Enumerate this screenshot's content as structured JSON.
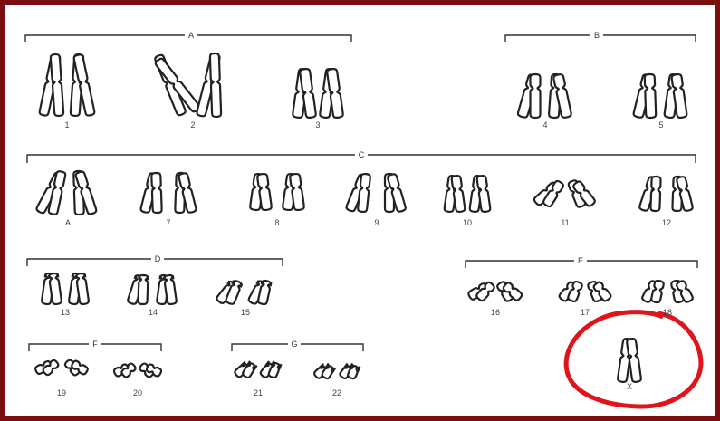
{
  "groups": [
    {
      "label": "A",
      "pairs": [
        "1",
        "2",
        "3"
      ]
    },
    {
      "label": "B",
      "pairs": [
        "4",
        "5"
      ]
    },
    {
      "label": "C",
      "pairs": [
        "A",
        "7",
        "8",
        "9",
        "10",
        "11",
        "12"
      ]
    },
    {
      "label": "D",
      "pairs": [
        "13",
        "14",
        "15"
      ]
    },
    {
      "label": "E",
      "pairs": [
        "16",
        "17",
        "18"
      ]
    },
    {
      "label": "F",
      "pairs": [
        "19",
        "20"
      ]
    },
    {
      "label": "G",
      "pairs": [
        "21",
        "22"
      ]
    }
  ],
  "sex_chromosome": {
    "label": "X",
    "highlight_color": "#e0141b"
  },
  "colors": {
    "border": "#7a0e10",
    "background": "#ffffff",
    "ink": "#222222"
  }
}
